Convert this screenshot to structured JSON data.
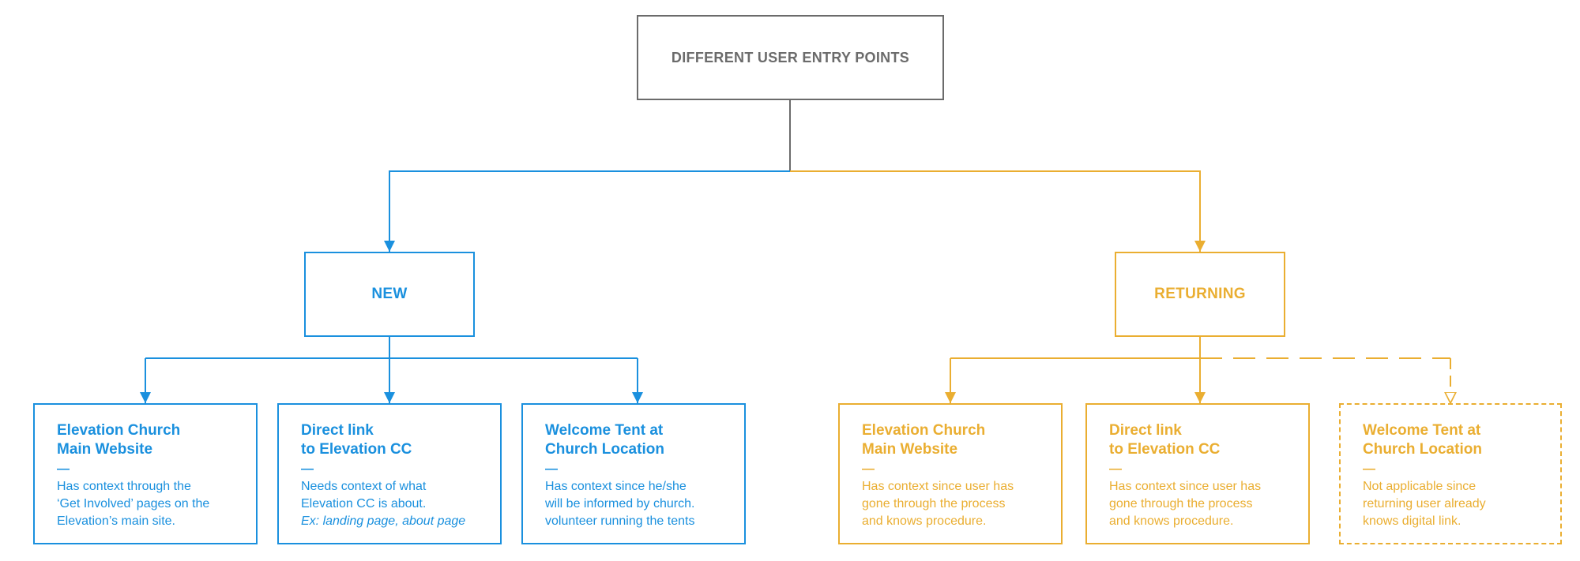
{
  "colors": {
    "new": "#1a90de",
    "returning": "#eaae31",
    "root": "#6b6b6b"
  },
  "root": {
    "label": "DIFFERENT USER ENTRY POINTS"
  },
  "groups": [
    {
      "label": "NEW",
      "cards": [
        {
          "title": "Elevation Church\nMain Website",
          "desc": "Has context through the\n‘Get Involved’ pages on the\nElevation’s main site."
        },
        {
          "title": "Direct link\nto Elevation CC",
          "desc": "Needs context of what\nElevation CC is about.",
          "example": "Ex: landing page, about page"
        },
        {
          "title": "Welcome Tent at\nChurch Location",
          "desc": "Has context since he/she\nwill be informed by church.\nvolunteer running the tents"
        }
      ]
    },
    {
      "label": "RETURNING",
      "cards": [
        {
          "title": "Elevation Church\nMain Website",
          "desc": "Has context since user has\ngone through the process\nand knows procedure."
        },
        {
          "title": "Direct link\nto Elevation CC",
          "desc": "Has context since user has\ngone through the process\nand knows procedure."
        },
        {
          "title": "Welcome Tent at\nChurch Location",
          "desc": "Not applicable since\nreturning user already\nknows digital link."
        }
      ]
    }
  ],
  "separator": "—"
}
